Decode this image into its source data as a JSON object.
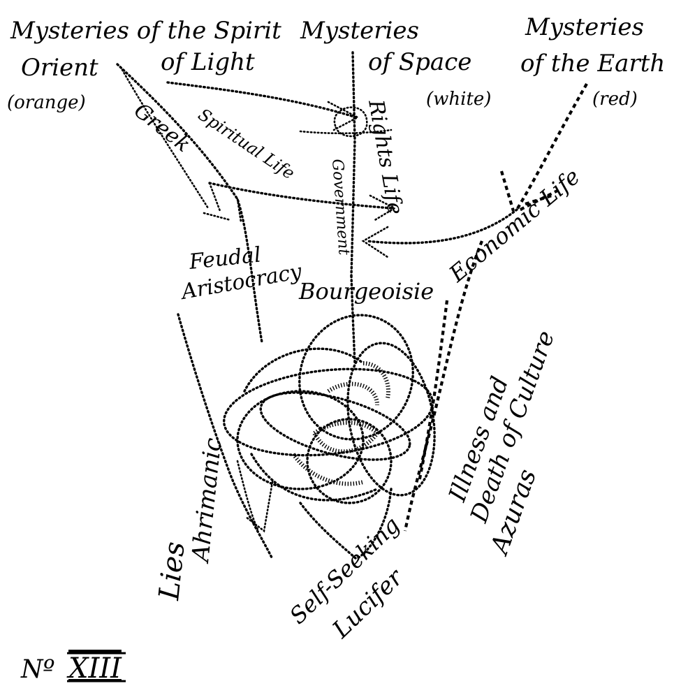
{
  "labels": {
    "spirit_title": "Mysteries of the Spirit",
    "orient": "Orient",
    "orange": "(orange)",
    "of_light": "of Light",
    "space_title": "Mysteries",
    "of_space": "of Space",
    "white": "(white)",
    "earth_title": "Mysteries",
    "of_the_earth": "of the Earth",
    "red": "(red)",
    "greek": "Greek",
    "spiritual_life": "Spiritual Life",
    "rights_life": "Rights Life",
    "government": "Government",
    "economic_life": "Economic Life",
    "feudal": "Feudal",
    "aristocracy": "Aristocracy",
    "bourgeoisie": "Bourgeoisie",
    "illness_and": "Illness and",
    "death_of_culture": "Death of Culture",
    "azuras": "Azuras",
    "ahrimanic": "Ahrimanic",
    "lies": "Lies",
    "self_seeking": "Self-Seeking",
    "lucifer": "Lucifer",
    "plate_prefix": "Nº",
    "plate_number": "XIII"
  }
}
